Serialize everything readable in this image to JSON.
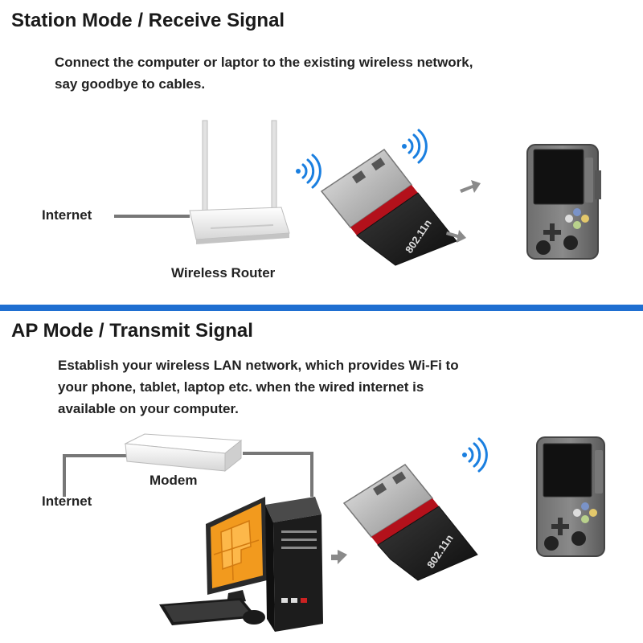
{
  "station": {
    "title": "Station Mode / Receive Signal",
    "description_line1": "Connect the computer or laptor to the existing wireless network,",
    "description_line2": "say goodbye to cables.",
    "internet_label": "Internet",
    "router_label": "Wireless Router",
    "adapter_text": "802.11n"
  },
  "ap": {
    "title": "AP Mode / Transmit Signal",
    "description_line1": "Establish your wireless LAN network, which provides Wi-Fi to",
    "description_line2": "your phone, tablet, laptop etc. when the wired internet is",
    "description_line3": "available on your computer.",
    "modem_label": "Modem",
    "internet_label": "Internet",
    "adapter_text": "802.11n"
  },
  "colors": {
    "divider": "#1f6fd1",
    "wifi": "#1a7fe0",
    "arrow": "#8a8a8a",
    "monitor_screen": "#f29a1e"
  },
  "icons": [
    "wifi-signal-icon",
    "arrow-right-icon",
    "arrow-left-icon"
  ]
}
